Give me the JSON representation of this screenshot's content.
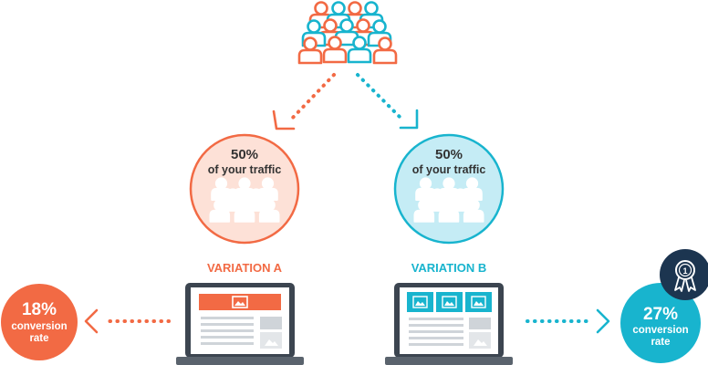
{
  "colors": {
    "orange": "#f26a44",
    "orange_light": "#f8c4b2",
    "teal": "#18b4ce",
    "teal_light": "#b6e6f0",
    "navy": "#1c3550",
    "laptop_dark": "#3c4550",
    "text_dark": "#333333"
  },
  "variation_a": {
    "percent": "50%",
    "traffic_label": "of your traffic",
    "name": "VARIATION A",
    "result_percent": "18%",
    "result_line1": "conversion",
    "result_line2": "rate"
  },
  "variation_b": {
    "percent": "50%",
    "traffic_label": "of your traffic",
    "name": "VARIATION B",
    "result_percent": "27%",
    "result_line1": "conversion",
    "result_line2": "rate"
  },
  "badge": {
    "rank": "1",
    "icon": "award-ribbon-icon"
  },
  "icons": {
    "crowd": "people-group-icon",
    "page": "webpage-layout-icon",
    "image": "image-icon"
  }
}
